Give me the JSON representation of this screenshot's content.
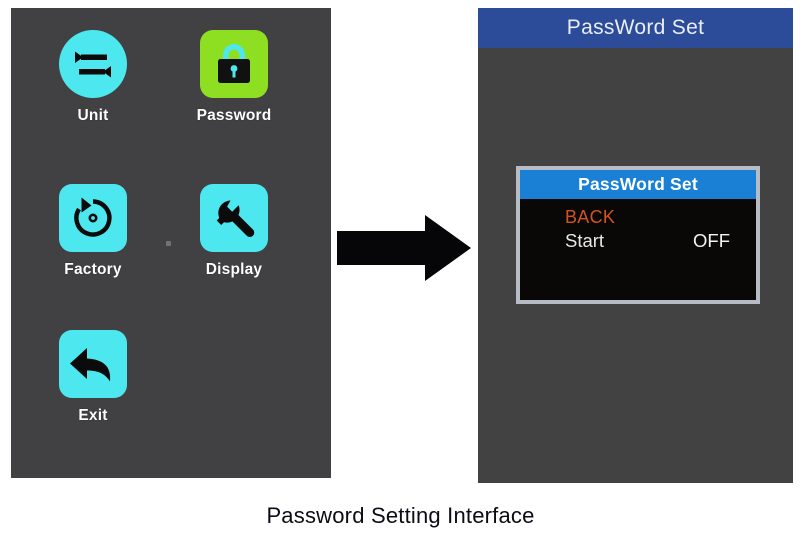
{
  "caption": "Password Setting Interface",
  "device_menu": {
    "items": [
      {
        "label": "Unit",
        "icon": "swap-arrows-icon",
        "shape": "circle",
        "color": "#4de8ef"
      },
      {
        "label": "Password",
        "icon": "padlock-icon",
        "shape": "rounded-square",
        "color": "#8ede21"
      },
      {
        "label": "Factory",
        "icon": "restore-reset-icon",
        "shape": "rounded-square",
        "color": "#4de8ef"
      },
      {
        "label": "Display",
        "icon": "wrench-icon",
        "shape": "rounded-square",
        "color": "#4de8ef"
      },
      {
        "label": "Exit",
        "icon": "back-arrow-icon",
        "shape": "rounded-square",
        "color": "#4de8ef"
      }
    ],
    "background": "#414042"
  },
  "flow": {
    "arrow_icon": "right-arrow-icon"
  },
  "screen": {
    "title": "PassWord Set",
    "titlebar_color": "#2c4c9a",
    "background": "#434243",
    "dialog": {
      "title": "PassWord Set",
      "titlebar_color": "#1a80d6",
      "border_color": "#b7bcc4",
      "background": "#0a0707",
      "highlight": {
        "label": "BACK",
        "color": "#d1541f"
      },
      "rows": [
        {
          "key": "Start",
          "value": "OFF"
        }
      ]
    }
  }
}
